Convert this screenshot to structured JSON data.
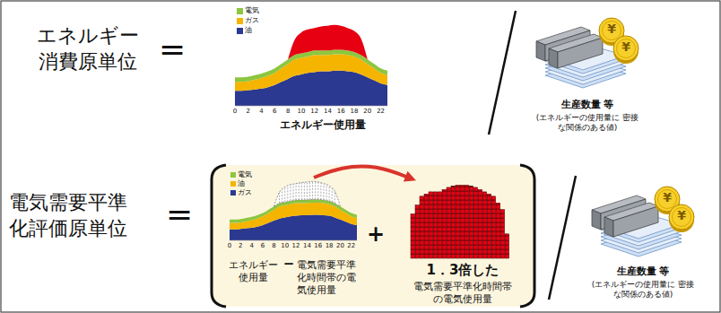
{
  "diagram": {
    "labels": [
      "エネルギー 消費原単位",
      "=",
      "0",
      "2",
      "4",
      "6",
      "8",
      "10",
      "12",
      "14",
      "16",
      "18",
      "20",
      "22",
      "エネルギー使用量",
      "¥",
      "¥",
      "生産数量 等",
      "(エネルギーの使用量に 密接な関係のある値)",
      "電気需要平準 化評価原単位",
      "=",
      "0",
      "2",
      "4",
      "6",
      "8",
      "10",
      "12",
      "14",
      "16",
      "18",
      "20",
      "22",
      "エネルギー 使用量",
      "−",
      "電気需要平準 化時間帯の電 気使用量",
      "+",
      "1．3倍した",
      "電気需要平準化時間帯 の電気使用量",
      "¥",
      "¥",
      "生産数量 等",
      "(エネルギーの使用量に 密接な関係のある値)"
    ],
    "legend": [
      {
        "text": "電気",
        "color": "#8dc63f"
      },
      {
        "text": "ガス",
        "color": "#f5b400"
      },
      {
        "text": "油",
        "color": "#2b3990"
      },
      {
        "text": "電気",
        "color": "#8dc63f"
      },
      {
        "text": "油",
        "color": "#f5b400"
      },
      {
        "text": "ガス",
        "color": "#2b3990"
      }
    ]
  }
}
